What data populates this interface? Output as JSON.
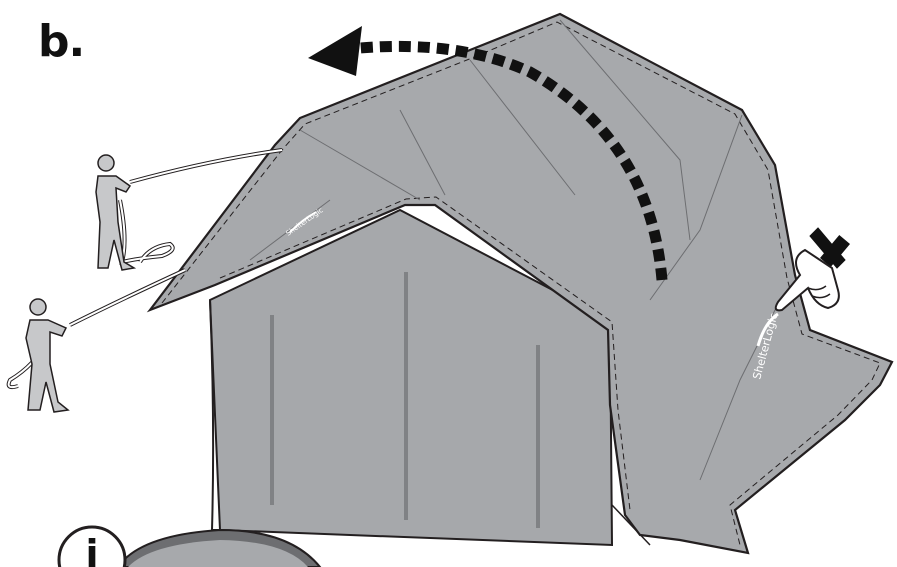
{
  "step": {
    "label": "b."
  },
  "brand": {
    "large": "ShelterLogic",
    "small": "ShelterLogic"
  },
  "info": {
    "glyph": "i"
  },
  "colors": {
    "cover": "#a7a9ac",
    "cover_inner": "#bcbdbf",
    "frame_body": "#a6a8ab",
    "frame_post": "#808285",
    "outline": "#231f20",
    "person": "#c7c8ca",
    "arrow": "#111111"
  },
  "icons": [
    "curved-arrow-icon",
    "pointing-hand-icon",
    "info-icon",
    "person-pulling-rope-icon"
  ]
}
